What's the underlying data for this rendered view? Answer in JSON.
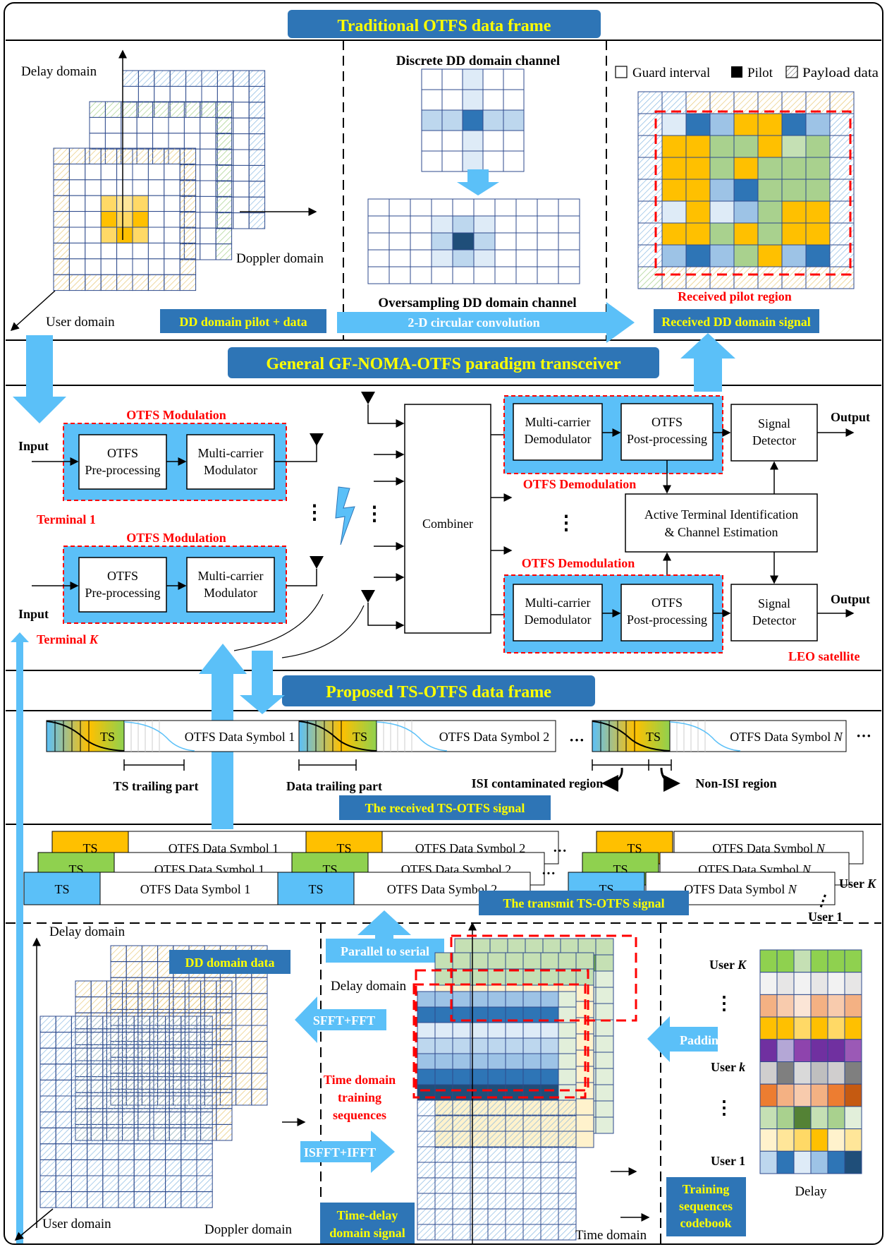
{
  "banners": {
    "traditional": "Traditional OTFS data frame",
    "general": "General GF-NOMA-OTFS paradigm transceiver",
    "proposed": "Proposed TS-OTFS data frame"
  },
  "top": {
    "delay_domain": "Delay domain",
    "doppler_domain": "Doppler domain",
    "user_domain": "User domain",
    "dd_pilot_data": "DD domain pilot + data",
    "discrete_channel": "Discrete DD domain channel",
    "oversampling_channel": "Oversampling DD domain channel",
    "circular_conv": "2-D circular convolution",
    "legend_guard": "Guard interval",
    "legend_pilot": "Pilot",
    "legend_payload": "Payload data",
    "received_pilot_region": "Received pilot region",
    "received_dd_signal": "Received DD domain signal"
  },
  "transceiver": {
    "input": "Input",
    "otfs_modulation": "OTFS Modulation",
    "otfs_pre_1": "OTFS",
    "otfs_pre_2": "Pre-processing",
    "mc_mod_1": "Multi-carrier",
    "mc_mod_2": "Modulator",
    "terminal_1": "Terminal 1",
    "terminal_k": "Terminal ",
    "terminal_k_italic": "K",
    "dots": "⋮",
    "combiner": "Combiner",
    "mc_demod_1": "Multi-carrier",
    "mc_demod_2": "Demodulator",
    "otfs_post_1": "OTFS",
    "otfs_post_2": "Post-processing",
    "otfs_demodulation": "OTFS Demodulation",
    "signal_det_1": "Signal",
    "signal_det_2": "Detector",
    "output": "Output",
    "atid_1": "Active Terminal Identification",
    "atid_2": "& Channel Estimation",
    "leo": "LEO satellite"
  },
  "received": {
    "ts": "TS",
    "sym1": "OTFS Data Symbol 1",
    "sym2": "OTFS Data Symbol 2",
    "symN_prefix": "OTFS Data Symbol ",
    "symN_italic": "N",
    "ellipsis": "···",
    "ts_trailing": "TS trailing part",
    "data_trailing": "Data trailing part",
    "isi_region": "ISI contaminated region",
    "non_isi_region": "Non-ISI region",
    "received_signal": "The received TS-OTFS signal"
  },
  "transmit": {
    "user_k": "User ",
    "user_k_italic": "K",
    "user_1": "User 1",
    "transmit_signal": "The transmit TS-OTFS signal"
  },
  "bottom": {
    "delay_domain": "Delay domain",
    "dd_domain_data": "DD domain data",
    "user_domain": "User domain",
    "doppler_domain": "Doppler domain",
    "parallel_serial": "Parallel to serial",
    "sfft_fft": "SFFT+FFT",
    "isfft_ifft": "ISFFT+IFFT",
    "td_training_1": "Time domain",
    "td_training_2": "training",
    "td_training_3": "sequences",
    "time_delay_1": "Time-delay",
    "time_delay_2": "domain signal",
    "time_domain": "Time domain",
    "padding": "Padding",
    "cb_user_K": "User ",
    "cb_user_K_it": "K",
    "cb_user_k": "User ",
    "cb_user_k_it": "k",
    "cb_user_1": "User 1",
    "cb_delay": "Delay",
    "codebook_1": "Training",
    "codebook_2": "sequences",
    "codebook_3": "codebook"
  },
  "colors": {
    "banner": "#2e75b6",
    "banner_text": "#ffff00",
    "light_blue": "#5bc0f8",
    "red": "#ff0000"
  }
}
